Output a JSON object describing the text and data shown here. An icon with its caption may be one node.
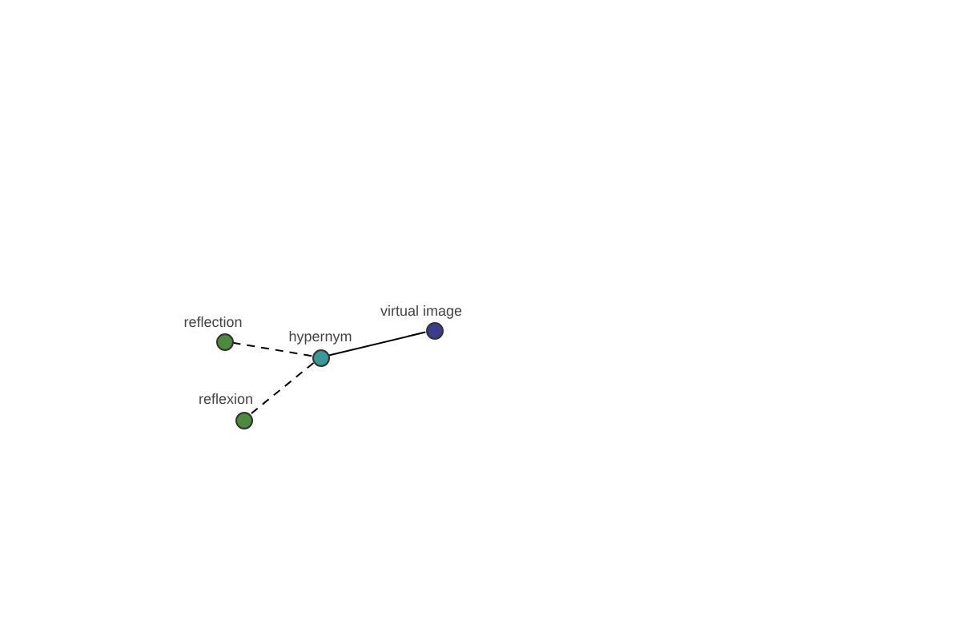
{
  "diagram": {
    "nodes": [
      {
        "text": [],
        "shape": "circle",
        "beside": [
          "reflection"
        ]
      },
      {
        "text": [],
        "shape": "circle",
        "beside": [
          "hypernym"
        ]
      },
      {
        "text": [],
        "shape": "circle",
        "beside": [
          "virtual image"
        ]
      },
      {
        "text": [],
        "shape": "circle",
        "beside": [
          "reflexion"
        ]
      }
    ],
    "edges": [
      {
        "from": 1,
        "to": 0,
        "arrow": "none",
        "style": "dashed"
      },
      {
        "from": 1,
        "to": 3,
        "arrow": "none",
        "style": "dashed"
      },
      {
        "from": 1,
        "to": 2,
        "arrow": "none"
      }
    ]
  }
}
